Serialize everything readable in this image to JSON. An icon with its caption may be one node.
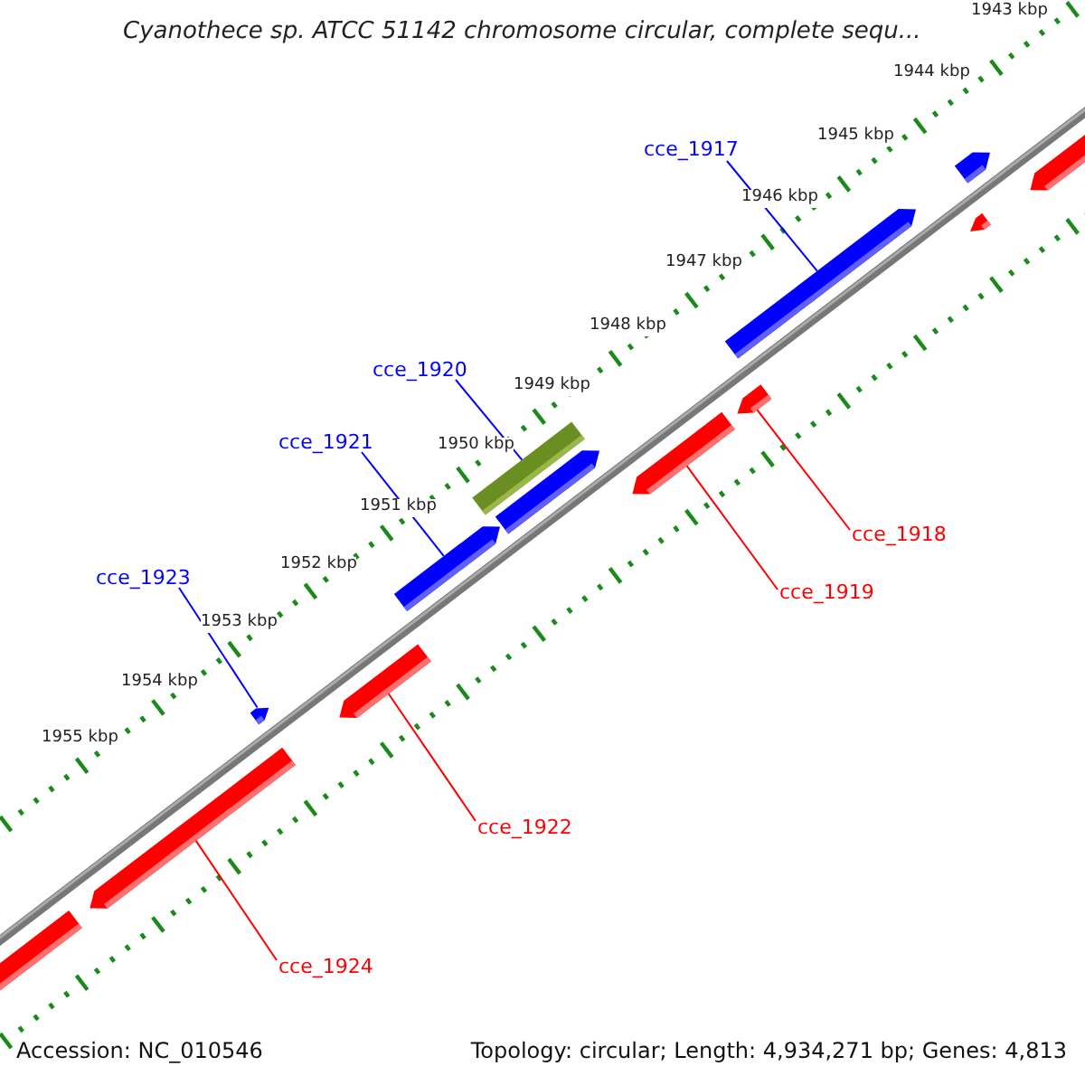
{
  "diagram": {
    "title": "Cyanothece sp. ATCC 51142 chromosome circular, complete sequ...",
    "nodes": [
      {
        "text": [
          "cce_1917"
        ]
      },
      {
        "text": [
          "cce_1920"
        ]
      },
      {
        "text": [
          "cce_1921"
        ]
      },
      {
        "text": [
          "cce_1918"
        ]
      },
      {
        "text": [
          "cce_1923"
        ]
      },
      {
        "text": [
          "cce_1919"
        ]
      },
      {
        "text": [
          "cce_1922"
        ]
      },
      {
        "text": [
          "cce_1924"
        ]
      },
      {
        "text": [],
        "shape": "bar"
      },
      {
        "text": [],
        "shape": "bar"
      },
      {
        "text": [],
        "shape": "bar"
      },
      {
        "text": [],
        "shape": "bar"
      },
      {
        "text": [],
        "shape": "bar"
      },
      {
        "text": [],
        "shape": "bar"
      },
      {
        "text": [],
        "shape": "bar"
      },
      {
        "text": [],
        "shape": "bar"
      },
      {
        "text": [],
        "shape": "bar"
      },
      {
        "text": [],
        "shape": "bar"
      },
      {
        "text": [],
        "shape": "bar"
      },
      {
        "text": [],
        "shape": "bar"
      },
      {
        "text": [],
        "shape": "bar"
      }
    ],
    "edges": [
      {
        "from": 0,
        "to": 16,
        "arrow": "none"
      },
      {
        "from": 1,
        "to": 13,
        "arrow": "none"
      },
      {
        "from": 2,
        "to": 12,
        "arrow": "none"
      },
      {
        "from": 3,
        "to": 17,
        "arrow": "none",
        "color": "#ff0000"
      },
      {
        "from": 4,
        "to": 10,
        "arrow": "none"
      },
      {
        "from": 5,
        "to": 15,
        "arrow": "none",
        "color": "#ff0000"
      },
      {
        "from": 6,
        "to": 11,
        "arrow": "none",
        "color": "#ff0000"
      },
      {
        "from": 7,
        "to": 9,
        "arrow": "none",
        "color": "#ff0000"
      }
    ],
    "labels": [
      "1943 kbp",
      "1944 kbp",
      "1945 kbp",
      "1946 kbp",
      "1947 kbp",
      "1948 kbp",
      "1949 kbp",
      "1950 kbp",
      "1951 kbp",
      "1952 kbp",
      "1953 kbp",
      "1954 kbp",
      "1955 kbp",
      "Accession: NC_010546",
      "Topology: circular; Length: 4,934,271 bp; Genes: 4,813"
    ]
  }
}
